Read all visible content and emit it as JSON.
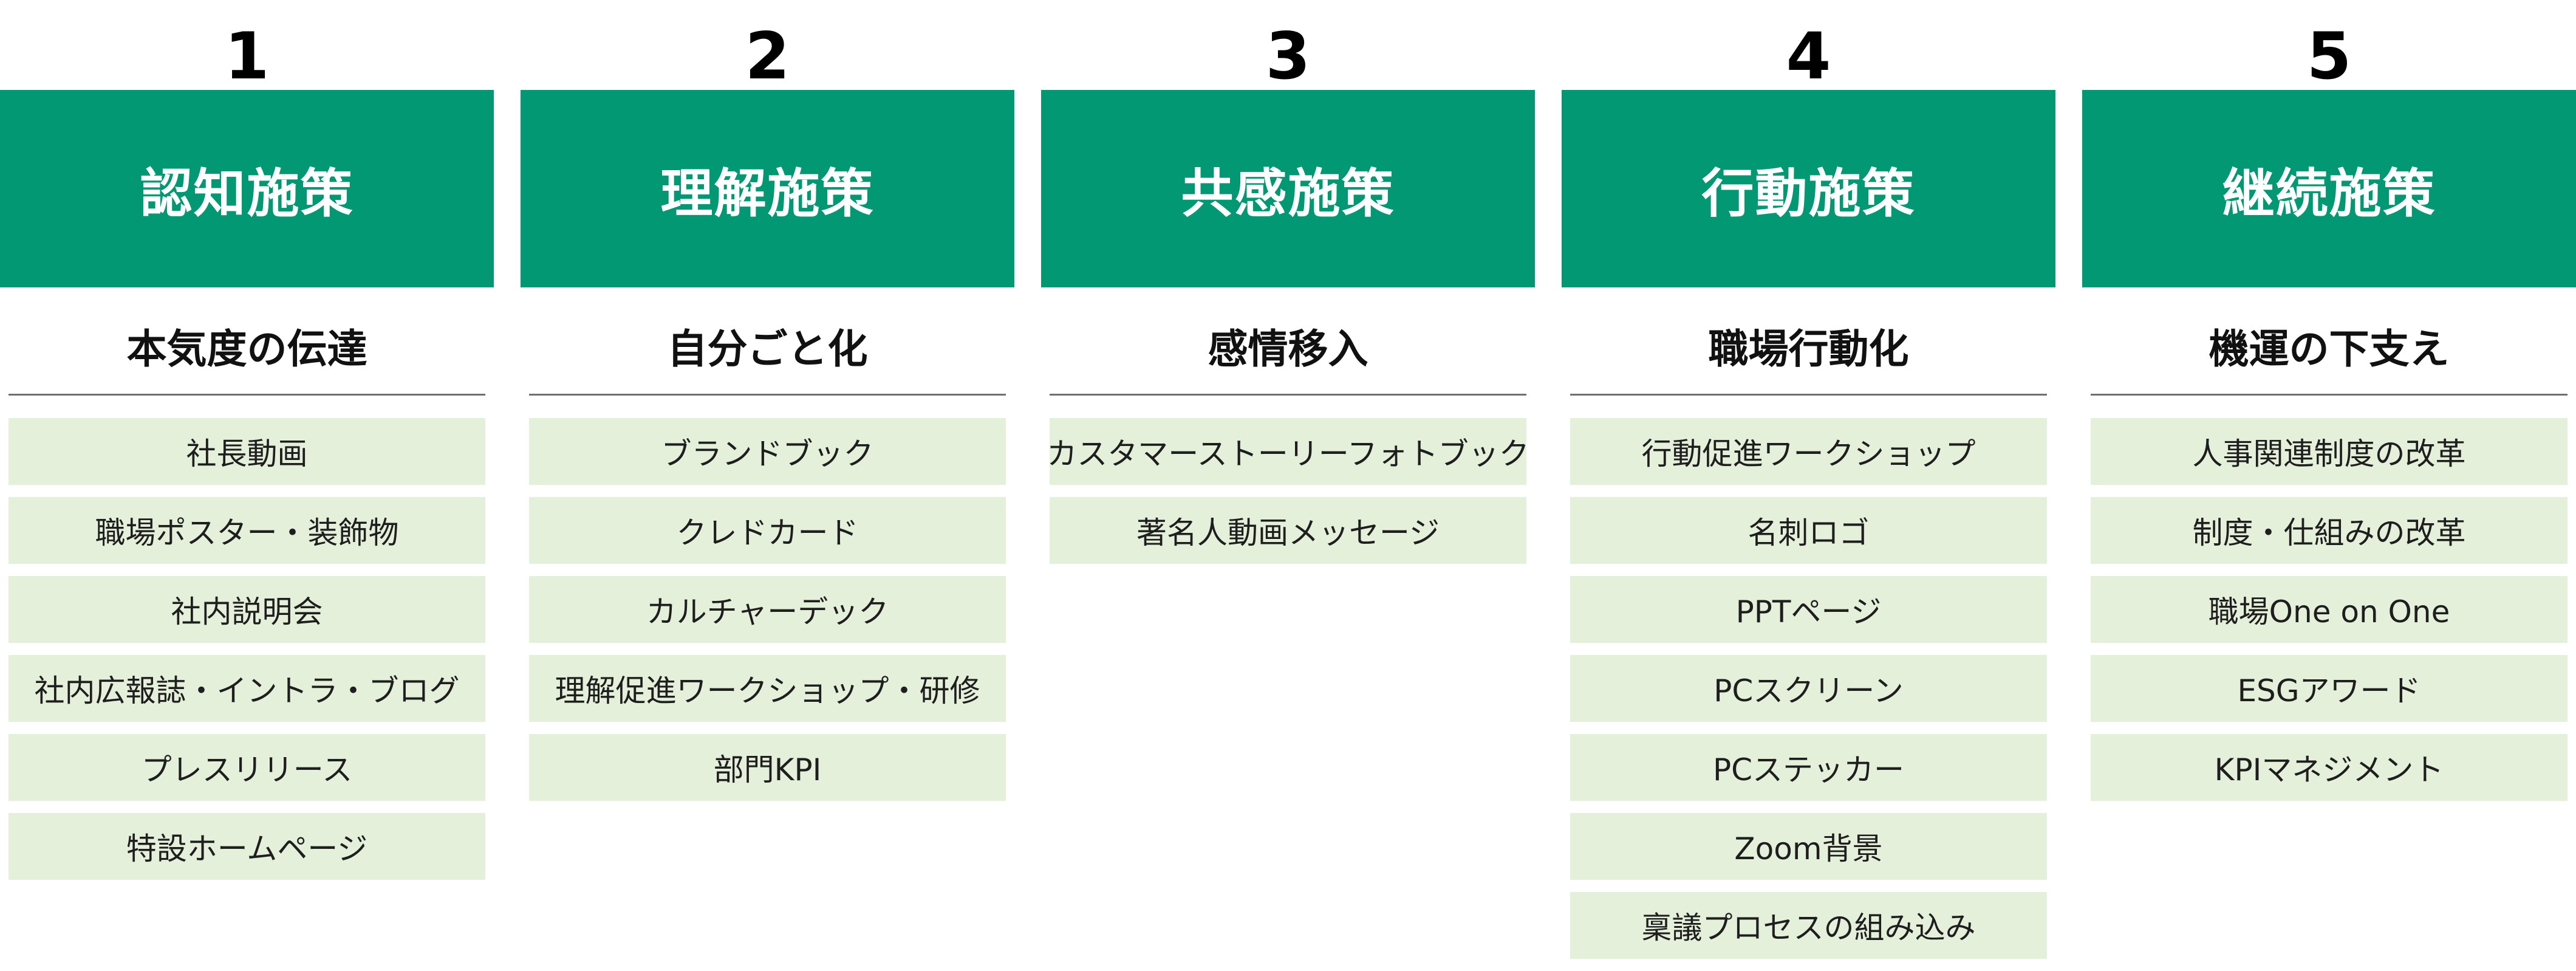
{
  "columns": [
    {
      "number": "1",
      "title": "認知施策",
      "subtitle": "本気度の伝達",
      "items": [
        "社長動画",
        "職場ポスター・装飾物",
        "社内説明会",
        "社内広報誌・イントラ・ブログ",
        "プレスリリース",
        "特設ホームページ"
      ]
    },
    {
      "number": "2",
      "title": "理解施策",
      "subtitle": "自分ごと化",
      "items": [
        "ブランドブック",
        "クレドカード",
        "カルチャーデック",
        "理解促進ワークショップ・研修",
        "部門KPI"
      ]
    },
    {
      "number": "3",
      "title": "共感施策",
      "subtitle": "感情移入",
      "items": [
        "カスタマーストーリーフォトブック",
        "著名人動画メッセージ"
      ]
    },
    {
      "number": "4",
      "title": "行動施策",
      "subtitle": "職場行動化",
      "items": [
        "行動促進ワークショップ",
        "名刺ロゴ",
        "PPTページ",
        "PCスクリーン",
        "PCステッカー",
        "Zoom背景",
        "稟議プロセスの組み込み"
      ]
    },
    {
      "number": "5",
      "title": "継続施策",
      "subtitle": "機運の下支え",
      "items": [
        "人事関連制度の改革",
        "制度・仕組みの改革",
        "職場One on One",
        "ESGアワード",
        "KPIマネジメント"
      ]
    }
  ]
}
